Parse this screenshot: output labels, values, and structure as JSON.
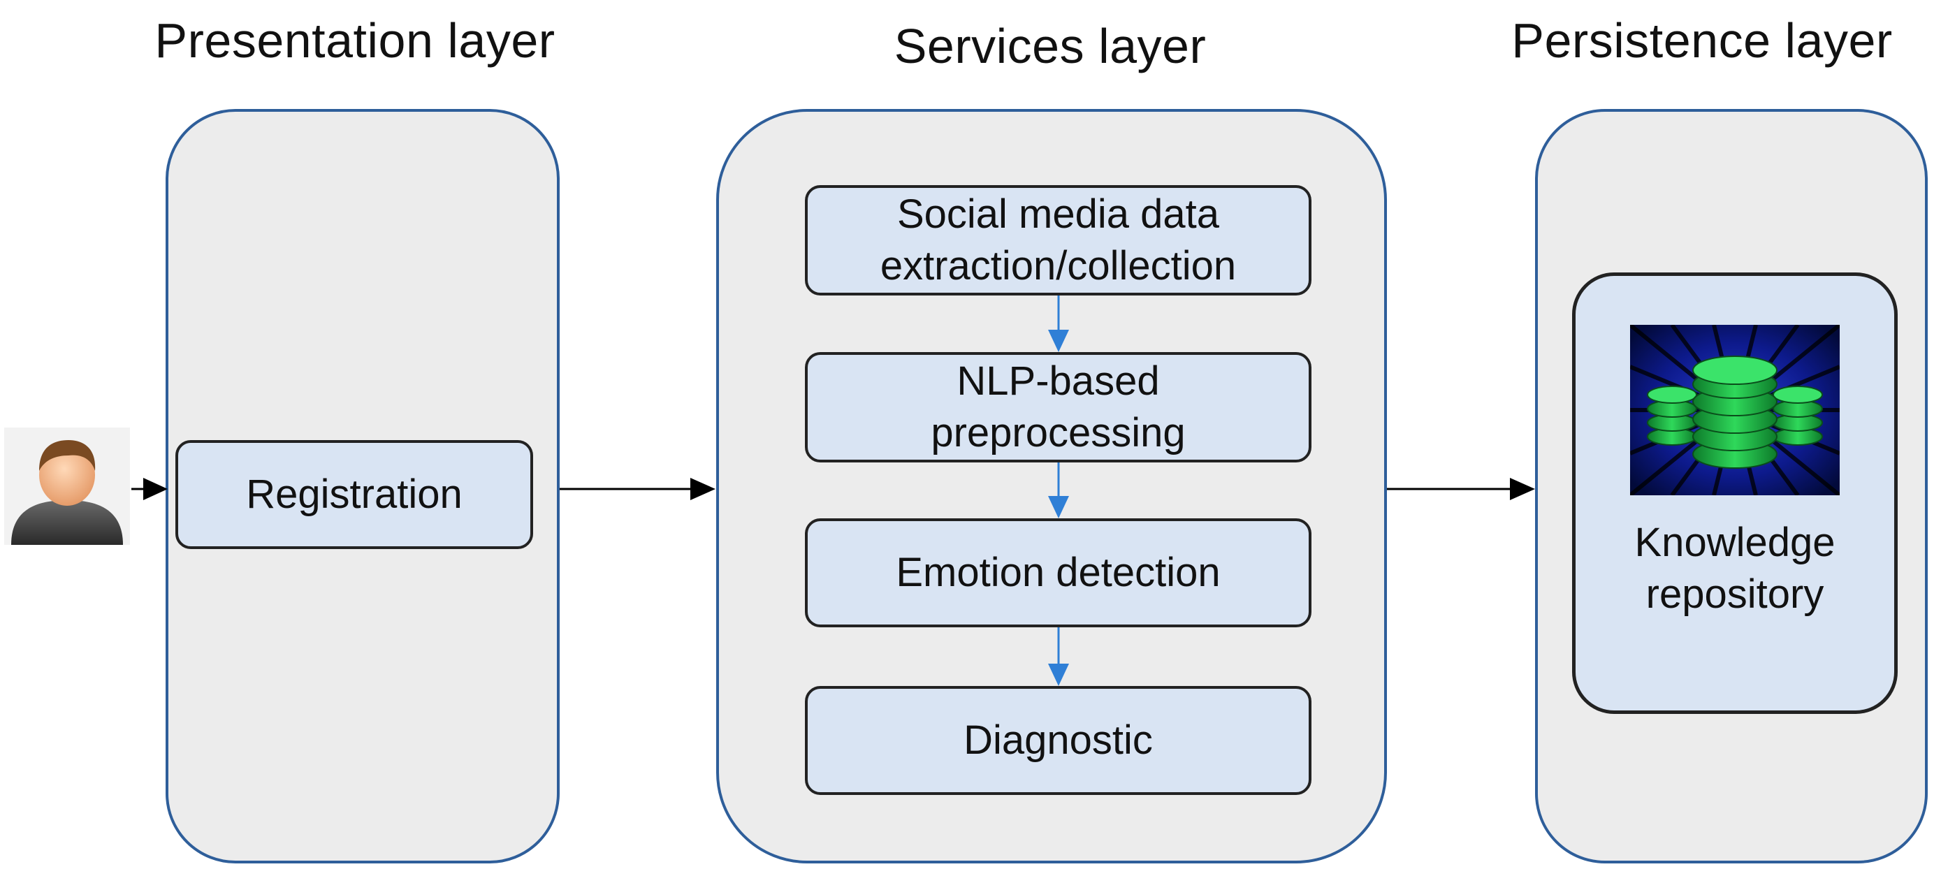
{
  "layers": {
    "presentation": {
      "title": "Presentation layer",
      "registration": "Registration"
    },
    "services": {
      "title": "Services layer",
      "steps": [
        "Social media data\nextraction/collection",
        "NLP-based\npreprocessing",
        "Emotion detection",
        "Diagnostic"
      ]
    },
    "persistence": {
      "title": "Persistence layer",
      "repository": "Knowledge\nrepository"
    }
  },
  "icons": {
    "user": "user-icon",
    "database": "database-icon"
  },
  "colors": {
    "layer_border": "#2e5e9a",
    "layer_fill": "#ececec",
    "box_fill": "#d9e4f3",
    "flow_arrow": "#2f7fd6",
    "main_arrow": "#000000"
  }
}
